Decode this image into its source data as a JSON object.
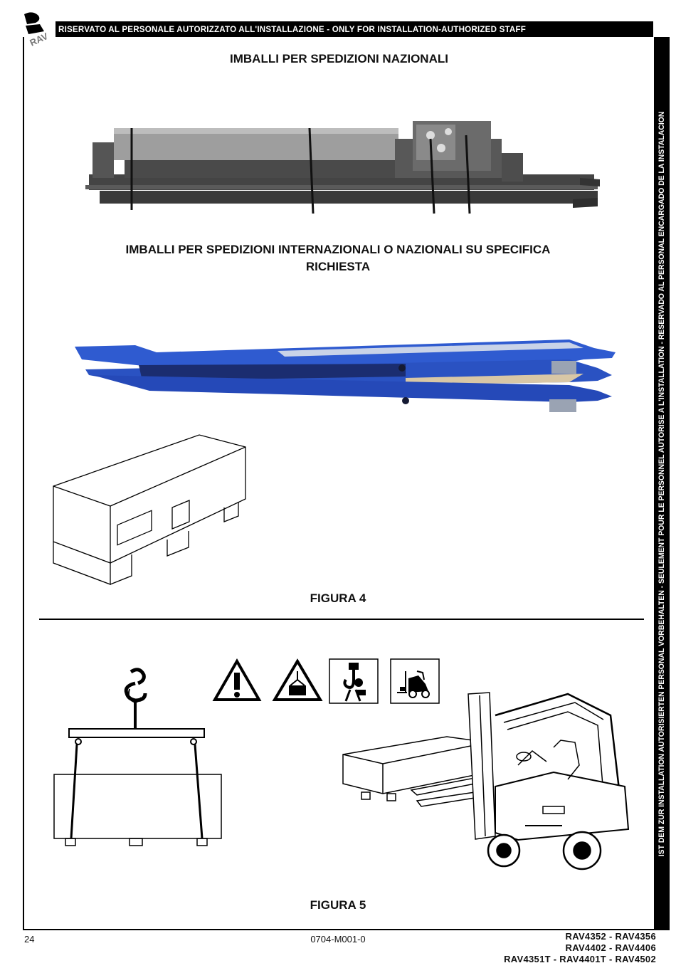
{
  "header": {
    "banner_text": "RISERVATO AL PERSONALE AUTORIZZATO ALL'INSTALLAZIONE - ONLY FOR INSTALLATION-AUTHORIZED STAFF",
    "side_banner_text": "IST DEM ZUR INSTALLATION AUTORISIERTEN PERSONAL VORBEHALTEN - SEULEMENT POUR LE PERSONNEL AUTORISE A L'INSTALLATION - RESERVADO AL PERSONAL ENCARGADO DE LA INSTALACION",
    "logo_text": "RAV"
  },
  "sections": {
    "national_title": "IMBALLI PER SPEDIZIONI NAZIONALI",
    "international_title_line1": "IMBALLI PER SPEDIZIONI INTERNAZIONALI O NAZIONALI SU SPECIFICA",
    "international_title_line2": "RICHIESTA",
    "figure4_caption": "FIGURA 4",
    "figure5_caption": "FIGURA 5"
  },
  "footer": {
    "page_number": "24",
    "doc_code": "0704-M001-0",
    "models_line1": "RAV4352 - RAV4356",
    "models_line2": "RAV4402 - RAV4406",
    "models_line3": "RAV4351T - RAV4401T - RAV4502"
  },
  "colors": {
    "lift_blue": "#2b55c8",
    "lift_dark_gray": "#3c3c3c",
    "banner_black": "#000000"
  },
  "icons": [
    "warning-triangle-icon",
    "suspended-load-icon",
    "crane-hook-icon",
    "forklift-icon"
  ]
}
